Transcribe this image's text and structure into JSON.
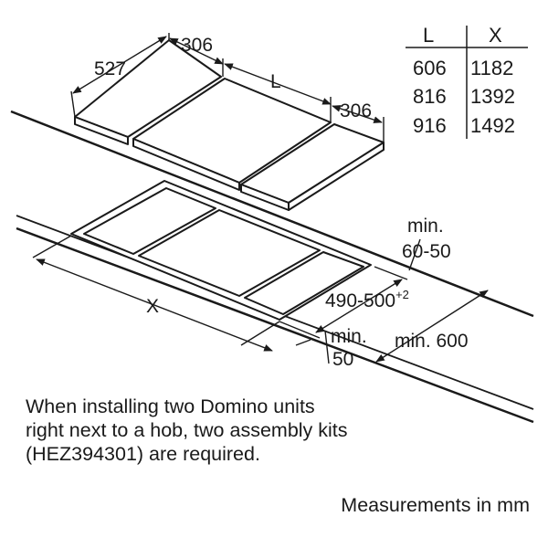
{
  "top_unit": {
    "depth": "527",
    "domino_width_left": "306",
    "domino_width_right": "306",
    "hob_length": "L"
  },
  "table": {
    "headers": [
      "L",
      "X"
    ],
    "rows": [
      [
        "606",
        "1182"
      ],
      [
        "816",
        "1392"
      ],
      [
        "916",
        "1492"
      ]
    ]
  },
  "cutout": {
    "total_width": "X",
    "worktop_thickness_label": "min.",
    "worktop_thickness_value": "60-50",
    "cutout_depth": "490-500",
    "cutout_depth_tolerance": "+2",
    "front_edge_label": "min.",
    "front_edge_value": "50",
    "cabinet_depth": "min. 600"
  },
  "note_lines": [
    "When installing two Domino units",
    "right next to a hob, two assembly kits",
    "(HEZ394301) are required."
  ],
  "units_caption": "Measurements in mm"
}
